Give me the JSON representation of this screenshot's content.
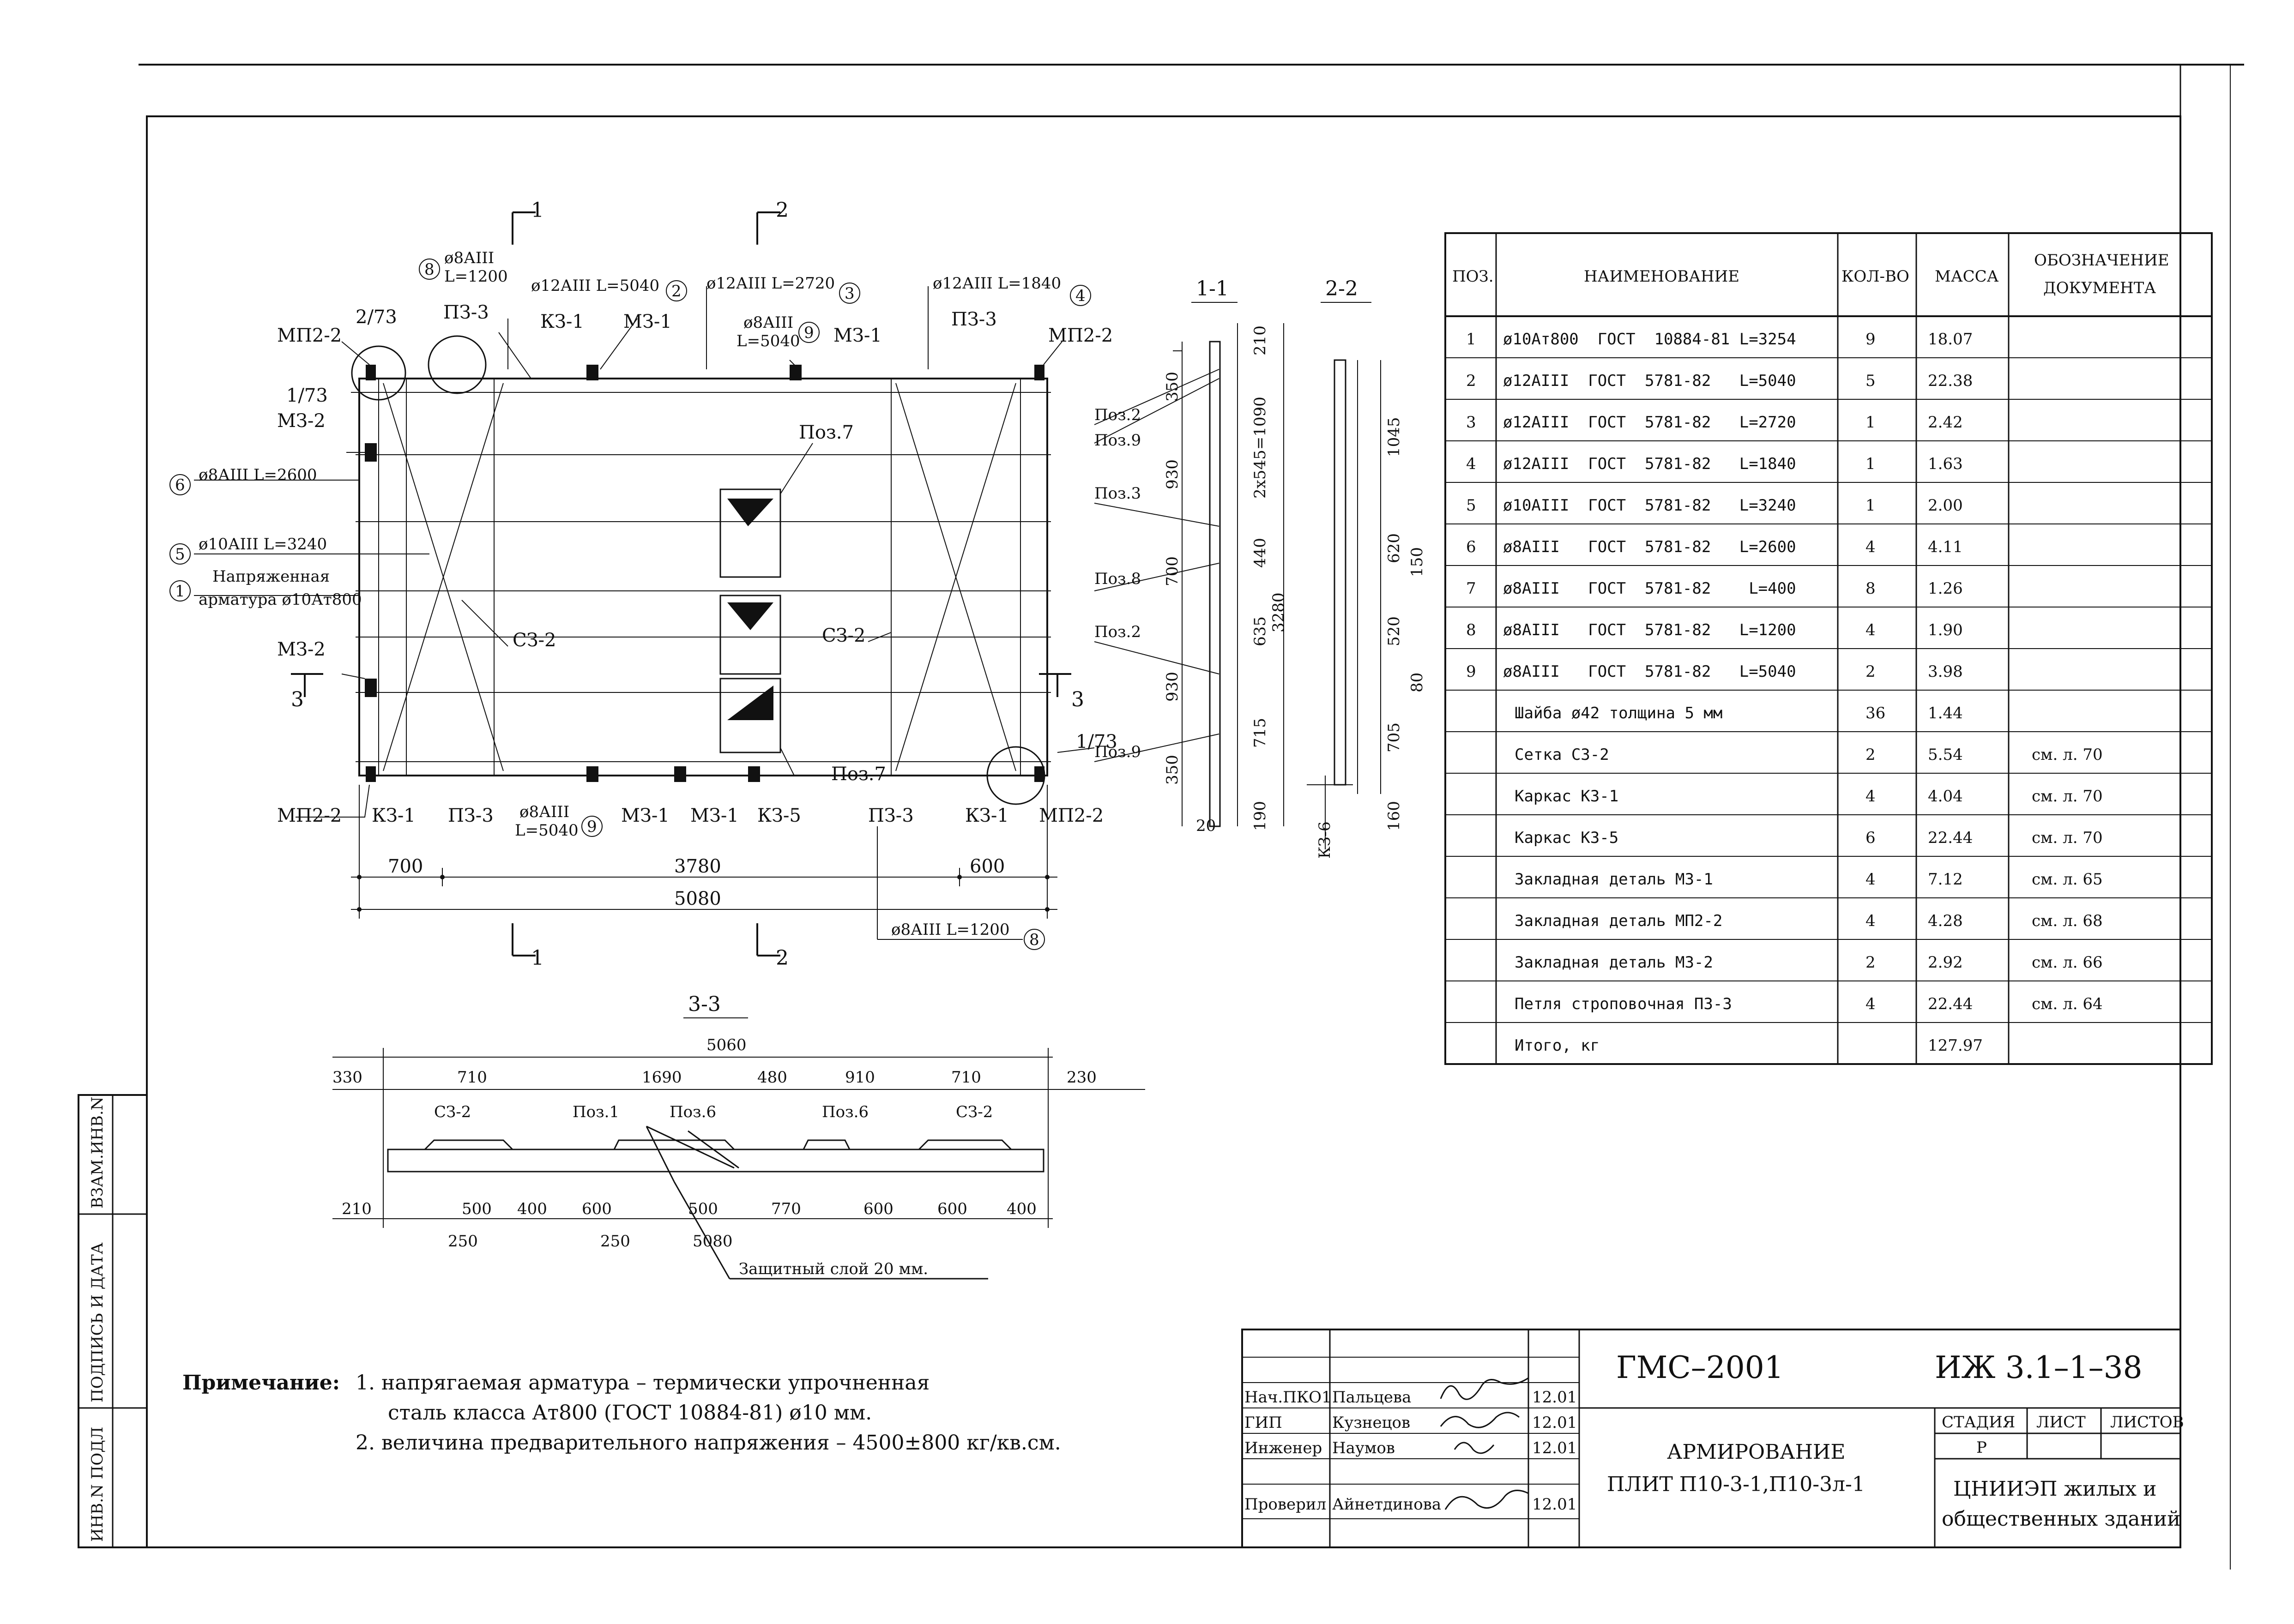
{
  "plan": {
    "section_1": "1",
    "section_2": "2",
    "section_3": "3",
    "labels": {
      "mp22": "МП2-2",
      "mz2": "МЗ-2",
      "mz1": "МЗ-1",
      "kz1": "КЗ-1",
      "kz5": "КЗ-5",
      "pz3": "ПЗ-3",
      "sz2": "СЗ-2",
      "poz7": "Поз.7",
      "ratio_273": "2/73",
      "ratio_173": "1/73",
      "n8": "8",
      "n8_bar": "ø8АIII",
      "n8_len": "L=1200",
      "n2_text": "ø12АIII  L=5040",
      "n2": "2",
      "n3_text": "ø12АIII  L=2720",
      "n3": "3",
      "n4_text": "ø12АIII  L=1840",
      "n4": "4",
      "n9": "9",
      "n9_bar": "ø8АIII",
      "n9_len": "L=5040",
      "n6": "6",
      "n6_text": "ø8АIII  L=2600",
      "n5": "5",
      "n5_text": "ø10АIII  L=3240",
      "n1": "1",
      "n1_text_a": "Напряженная",
      "n1_text_b": "арматура ø10Ат800",
      "n8b_text": "ø8АIII  L=1200",
      "dims": {
        "d700": "700",
        "d3780": "3780",
        "d600": "600",
        "d5080": "5080"
      }
    }
  },
  "section11": {
    "title": "1-1",
    "left_labels": [
      "Поз.2",
      "Поз.9",
      "Поз.3",
      "Поз.8",
      "Поз.2",
      "Поз.9"
    ],
    "dims": [
      "350",
      "930",
      "700",
      "930",
      "350",
      "20",
      "190",
      "715",
      "635",
      "440",
      "2х545=1090",
      "210",
      "3280"
    ]
  },
  "section22": {
    "title": "2-2",
    "dims": [
      "1045",
      "620",
      "150",
      "520",
      "80",
      "705",
      "160"
    ],
    "kz6": "КЗ-6"
  },
  "section33": {
    "title": "3-3",
    "top_total": "5060",
    "top_dims": [
      "330",
      "710",
      "1690",
      "480",
      "910",
      "710",
      "230"
    ],
    "labels": [
      "СЗ-2",
      "Поз.1",
      "Поз.6",
      "Поз.6",
      "СЗ-2"
    ],
    "bottom_dims": [
      "210",
      "500",
      "400",
      "600",
      "500",
      "770",
      "600",
      "600",
      "400"
    ],
    "bottom_dims2": [
      "250",
      "250",
      "5080"
    ],
    "protect": "Защитный слой 20 мм."
  },
  "spec_table": {
    "headers": [
      "ПОЗ.",
      "НАИМЕНОВАНИЕ",
      "КОЛ-ВО",
      "МАССА",
      "ОБОЗНАЧЕНИЕ ДОКУМЕНТА"
    ],
    "rows": [
      [
        "1",
        "ø10Ат800  ГОСТ  10884-81 L=3254",
        "9",
        "18.07",
        ""
      ],
      [
        "2",
        "ø12АIII  ГОСТ  5781-82   L=5040",
        "5",
        "22.38",
        ""
      ],
      [
        "3",
        "ø12АIII  ГОСТ  5781-82   L=2720",
        "1",
        "2.42",
        ""
      ],
      [
        "4",
        "ø12АIII  ГОСТ  5781-82   L=1840",
        "1",
        "1.63",
        ""
      ],
      [
        "5",
        "ø10АIII  ГОСТ  5781-82   L=3240",
        "1",
        "2.00",
        ""
      ],
      [
        "6",
        "ø8АIII   ГОСТ  5781-82   L=2600",
        "4",
        "4.11",
        ""
      ],
      [
        "7",
        "ø8АIII   ГОСТ  5781-82    L=400",
        "8",
        "1.26",
        ""
      ],
      [
        "8",
        "ø8АIII   ГОСТ  5781-82   L=1200",
        "4",
        "1.90",
        ""
      ],
      [
        "9",
        "ø8АIII   ГОСТ  5781-82   L=5040",
        "2",
        "3.98",
        ""
      ],
      [
        "",
        "Шайба ø42 толщина 5 мм",
        "36",
        "1.44",
        ""
      ],
      [
        "",
        "Сетка СЗ-2",
        "2",
        "5.54",
        "см. л. 70"
      ],
      [
        "",
        "Каркас КЗ-1",
        "4",
        "4.04",
        "см. л. 70"
      ],
      [
        "",
        "Каркас КЗ-5",
        "6",
        "22.44",
        "см. л. 70"
      ],
      [
        "",
        "Закладная деталь МЗ-1",
        "4",
        "7.12",
        "см. л. 65"
      ],
      [
        "",
        "Закладная деталь МП2-2",
        "4",
        "4.28",
        "см. л. 68"
      ],
      [
        "",
        "Закладная деталь МЗ-2",
        "2",
        "2.92",
        "см. л. 66"
      ],
      [
        "",
        "Петля строповочная ПЗ-3",
        "4",
        "22.44",
        "см. л. 64"
      ],
      [
        "",
        "Итого, кг",
        "",
        "127.97",
        ""
      ]
    ]
  },
  "notes": {
    "label": "Примечание:",
    "line1": "1. напрягаемая арматура – термически упрочненная",
    "line2": "сталь класса Ат800 (ГОСТ 10884-81) ø10 мм.",
    "line3": "2. величина предварительного напряжения – 4500±800 кг/кв.см."
  },
  "side_stamp": [
    "ИНВ.N ПОДЛ",
    "ПОДПИСЬ И ДАТА",
    "ВЗАМ.ИНВ.N"
  ],
  "title_block": {
    "code": "ГМС–2001",
    "doc": "ИЖ 3.1–1–38",
    "roles": [
      {
        "role": "Нач.ПКО1",
        "name": "Пальцева",
        "date": "12.01"
      },
      {
        "role": "ГИП",
        "name": "Кузнецов",
        "date": "12.01"
      },
      {
        "role": "Инженер",
        "name": "Наумов",
        "date": "12.01"
      },
      {
        "role": "Проверил",
        "name": "Айнетдинова",
        "date": "12.01"
      }
    ],
    "title_line1": "АРМИРОВАНИЕ",
    "title_line2": "ПЛИТ П10-3-1,П10-3л-1",
    "stage_h": "СТАДИЯ",
    "sheet_h": "ЛИСТ",
    "sheets_h": "ЛИСТОВ",
    "stage": "Р",
    "org1": "ЦНИИЭП жилых и",
    "org2": "общественных зданий"
  }
}
